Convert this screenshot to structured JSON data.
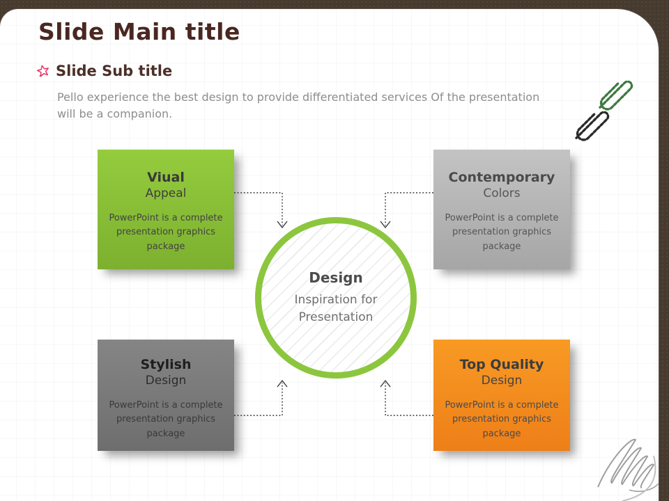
{
  "slide": {
    "main_title": "Slide Main title",
    "sub_title": "Slide Sub title",
    "description": "Pello experience the best design to provide differentiated services Of the presentation will be a companion."
  },
  "center_circle": {
    "title": "Design",
    "subtitle": "Inspiration for Presentation"
  },
  "boxes": [
    {
      "title": "Viual",
      "subtitle": "Appeal",
      "body": "PowerPoint is a complete presentation graphics package",
      "color": "#8cc63e"
    },
    {
      "title": "Contemporary",
      "subtitle": "Colors",
      "body": "PowerPoint is a complete presentation graphics package",
      "color": "#b5b5b5"
    },
    {
      "title": "Stylish",
      "subtitle": "Design",
      "body": "PowerPoint is a complete presentation graphics package",
      "color": "#7d7d7d"
    },
    {
      "title": "Top Quality",
      "subtitle": "Design",
      "body": "PowerPoint is a complete presentation graphics package",
      "color": "#f7941d"
    }
  ],
  "decorations": {
    "star_icon": "star-icon",
    "paperclip_icons": [
      "paperclip-icon-green",
      "paperclip-icon-black"
    ],
    "scribble": "scribble-doodle"
  },
  "colors": {
    "title_text": "#4a2721",
    "accent_green": "#8cc63e",
    "accent_orange": "#f7941d",
    "gray_box": "#b5b5b5",
    "dark_gray_box": "#7d7d7d",
    "star_pink": "#e5356b",
    "border_brown": "#473a2f"
  }
}
